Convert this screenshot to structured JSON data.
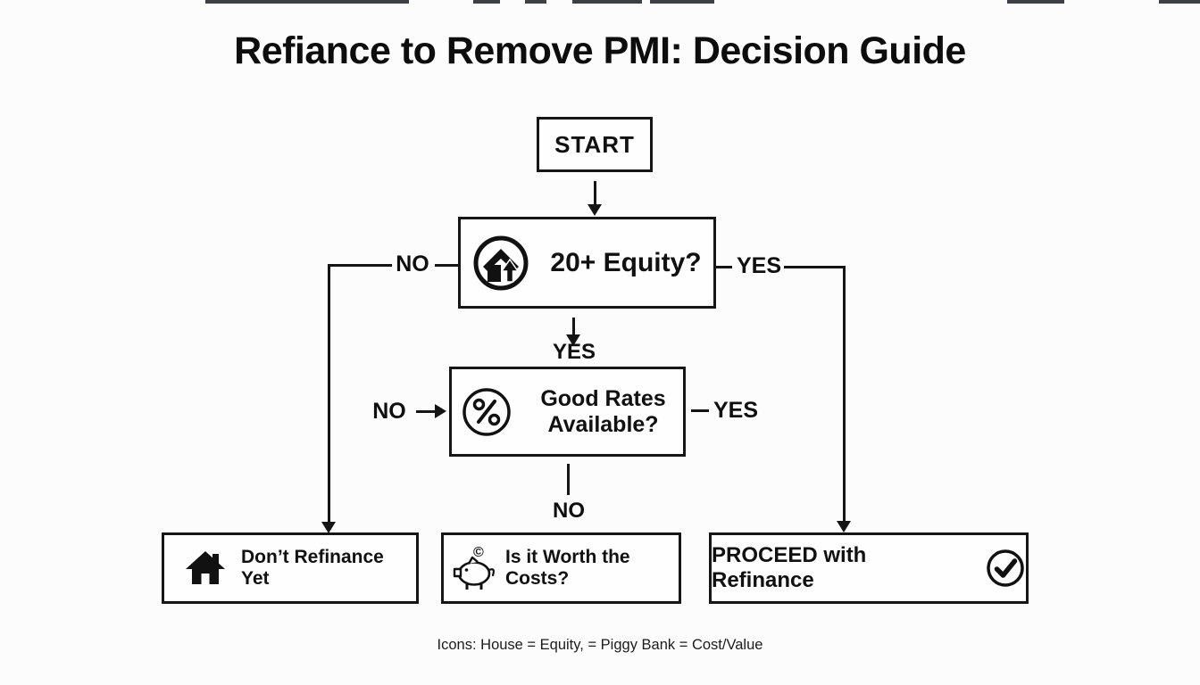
{
  "title": "Refiance to Remove PMI: Decision Guide",
  "colors": {
    "ink": "#111111",
    "background": "#fcfcfd"
  },
  "nodes": {
    "start": {
      "label": "START"
    },
    "equity": {
      "question": "20+ Equity?",
      "icon": "house-equity-circle-icon",
      "no": "NO",
      "yes": "YES",
      "down": "YES"
    },
    "rates": {
      "question": "Good Rates Available?",
      "icon": "percent-circle-icon",
      "no": "NO",
      "yes": "YES",
      "down": "NO"
    },
    "dont_refinance": {
      "label": "Don’t Refinance Yet",
      "icon": "house-icon"
    },
    "worth_costs": {
      "label": "Is it Worth the Costs?",
      "icon": "piggy-bank-icon"
    },
    "proceed": {
      "label": "PROCEED with Refinance",
      "icon": "check-circle-icon"
    }
  },
  "legend": "Icons: House = Equity, = Piggy Bank = Cost/Value"
}
